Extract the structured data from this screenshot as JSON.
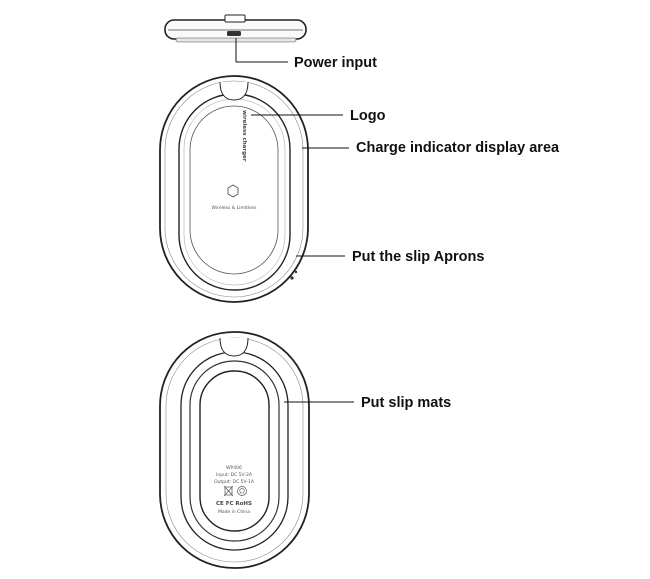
{
  "callouts": {
    "power_input": "Power input",
    "logo": "Logo",
    "charge_indicator": "Charge indicator display area",
    "slip_aprons": "Put the slip Aprons",
    "slip_mats": "Put slip mats"
  },
  "device_top": {
    "side_print": "wireless charger",
    "brand_line": "Wireless & Limitless"
  },
  "device_bottom": {
    "model": "WP406",
    "input": "Input: DC  5V-2A",
    "output": "Output: DC  5V-1A",
    "cert_marks": "CE  FC  RoHS",
    "origin": "Made in China"
  },
  "colors": {
    "ink": "#111111",
    "outline": "#222222",
    "shadow": "#dddddd"
  }
}
